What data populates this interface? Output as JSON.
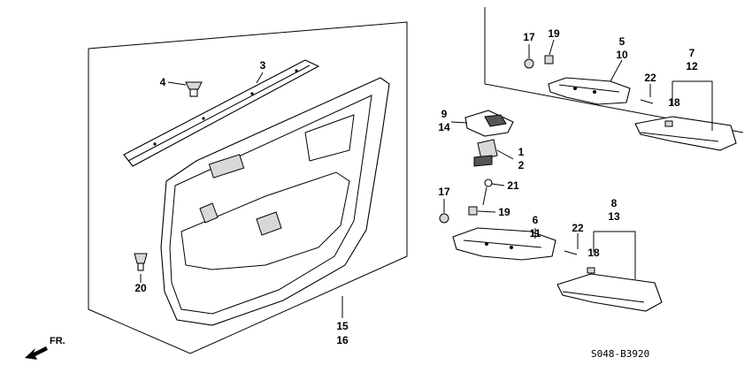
{
  "diagram_code": "S048-B3920",
  "direction_label": "FR.",
  "callouts": {
    "c1": "1",
    "c2": "2",
    "c3": "3",
    "c4": "4",
    "c5": "5",
    "c6": "6",
    "c7": "7",
    "c8": "8",
    "c9": "9",
    "c10": "10",
    "c11": "11",
    "c12": "12",
    "c13": "13",
    "c14": "14",
    "c15": "15",
    "c16": "16",
    "c17a": "17",
    "c17b": "17",
    "c18a": "18",
    "c18b": "18",
    "c19a": "19",
    "c19b": "19",
    "c20": "20",
    "c21": "21",
    "c22a": "22",
    "c22b": "22"
  },
  "icons": {
    "direction_arrow": "fr-arrow-icon"
  }
}
